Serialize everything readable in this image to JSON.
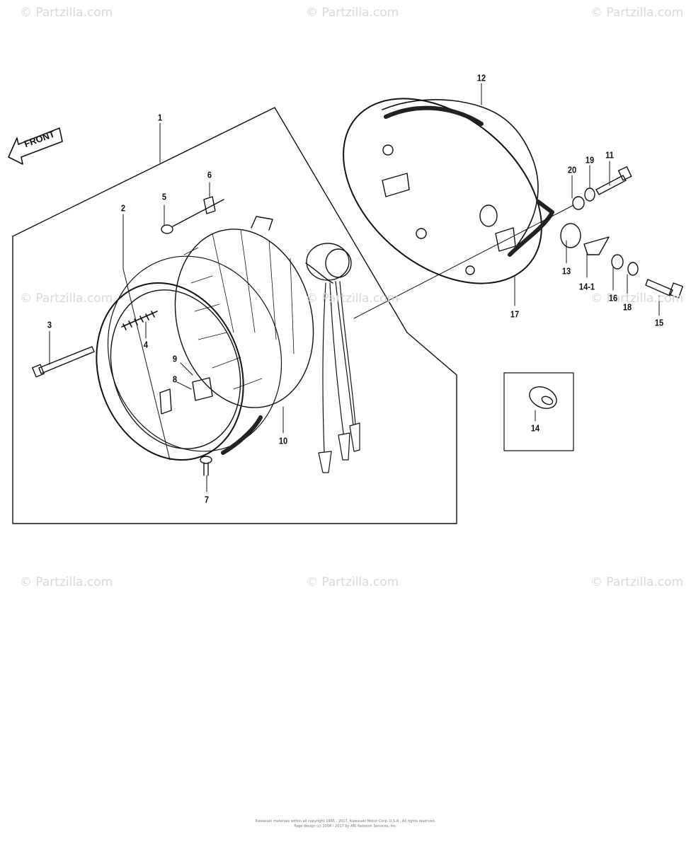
{
  "watermark": "© Partzilla.com",
  "front_label": "FRONT",
  "callouts": [
    "1",
    "2",
    "3",
    "4",
    "5",
    "6",
    "7",
    "8",
    "9",
    "10",
    "11",
    "12",
    "13",
    "14-1",
    "15",
    "16",
    "17",
    "18",
    "19",
    "20",
    "14"
  ],
  "footer": {
    "line1": "Kawasaki materials within all copyright 1965 - 2017, Kawasaki Motor Corp. U.S.A., All rights reserved.",
    "line2": "Page design (c) 2004 - 2017 by ARI Network Services, Inc."
  }
}
